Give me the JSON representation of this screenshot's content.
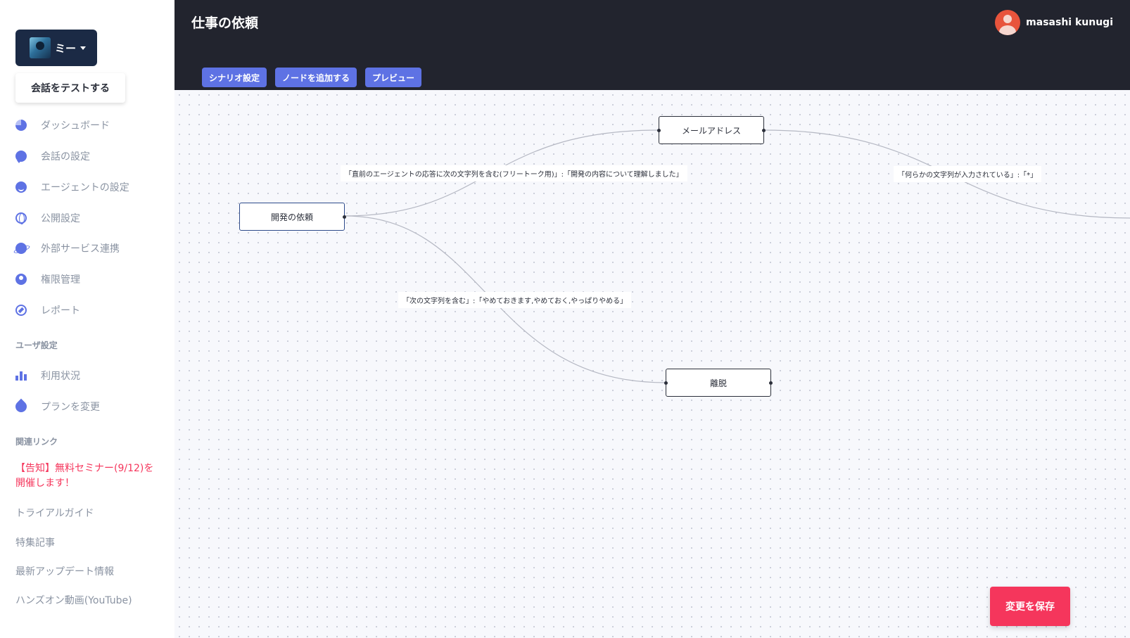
{
  "sidebar": {
    "agent_name": "ミー",
    "test_button": "会話をテストする",
    "nav_items": [
      {
        "label": "ダッシュボード",
        "icon": "pie-chart-icon"
      },
      {
        "label": "会話の設定",
        "icon": "chat-bubble-icon"
      },
      {
        "label": "エージェントの設定",
        "icon": "smile-icon"
      },
      {
        "label": "公開設定",
        "icon": "globe-icon"
      },
      {
        "label": "外部サービス連携",
        "icon": "planet-icon"
      },
      {
        "label": "権限管理",
        "icon": "user-circle-icon"
      },
      {
        "label": "レポート",
        "icon": "compass-icon"
      }
    ],
    "user_settings_title": "ユーザ設定",
    "user_settings_items": [
      {
        "label": "利用状況",
        "icon": "bar-chart-icon"
      },
      {
        "label": "プランを変更",
        "icon": "rocket-icon"
      }
    ],
    "related_links_title": "関連リンク",
    "related_links": [
      {
        "label": "【告知】無料セミナー(9/12)を開催します！"
      },
      {
        "label": "トライアルガイド"
      },
      {
        "label": "特集記事"
      },
      {
        "label": "最新アップデート情報"
      },
      {
        "label": "ハンズオン動画(YouTube)"
      }
    ]
  },
  "header": {
    "title": "仕事の依頼",
    "user_name": "masashi kunugi",
    "toolbar": {
      "scenario_settings": "シナリオ設定",
      "add_node": "ノードを追加する",
      "preview": "プレビュー"
    }
  },
  "flow": {
    "nodes": {
      "request": "開発の依頼",
      "email": "メールアドレス",
      "leave": "離脱"
    },
    "edge_labels": {
      "request_to_email": "「直前のエージェントの応答に次の文字列を含む(フリートーク用)」:「開発の内容について理解しました」",
      "request_to_leave": "「次の文字列を含む」:「やめておきます,やめておく,やっぱりやめる」",
      "email_to_next": "「何らかの文字列が入力されている」:「*」"
    }
  },
  "save_button": "変更を保存",
  "colors": {
    "sidebar_bg": "#ffffff",
    "header_bg": "#22242e",
    "accent": "#5e72e4",
    "danger": "#f5365c",
    "agent_button_bg": "#1b2a45"
  }
}
